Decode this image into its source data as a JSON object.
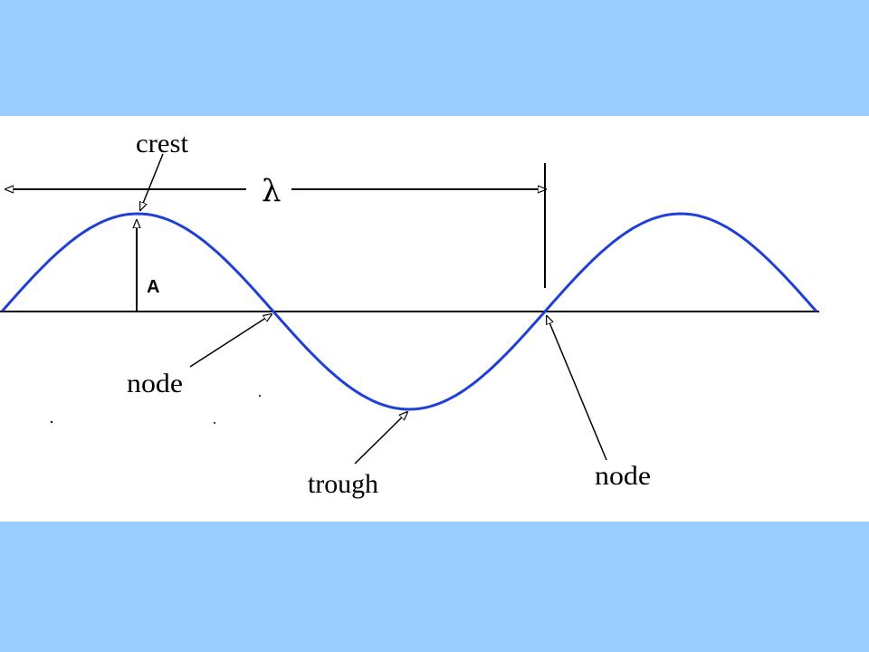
{
  "diagram": {
    "labels": {
      "crest": "crest",
      "wavelength": "λ",
      "amplitude": "A",
      "node_left": "node",
      "trough": "trough",
      "node_right": "node"
    },
    "colors": {
      "background_band": "#99ccff",
      "panel": "#ffffff",
      "wave": "#1f3fd6",
      "lines": "#000000"
    }
  }
}
